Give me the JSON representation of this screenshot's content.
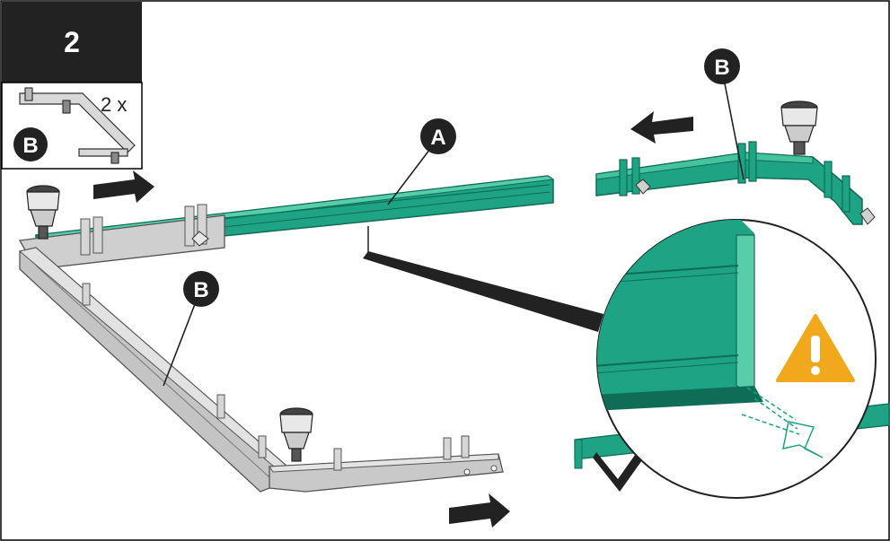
{
  "step": {
    "number": "2",
    "quantity": "2 x",
    "part_label": "B"
  },
  "callouts": {
    "a": "A",
    "b_top_right": "B",
    "b_left": "B"
  },
  "colors": {
    "green_profile": "#1ea384",
    "green_dark": "#0f6d57",
    "grey_profile": "#bfbfbf",
    "grey_dark": "#7a7a7a",
    "warning": "#f2a81d",
    "header_bg": "#222222"
  },
  "icons": {
    "warning": "warning-triangle-icon",
    "arrow": "arrow-icon"
  }
}
